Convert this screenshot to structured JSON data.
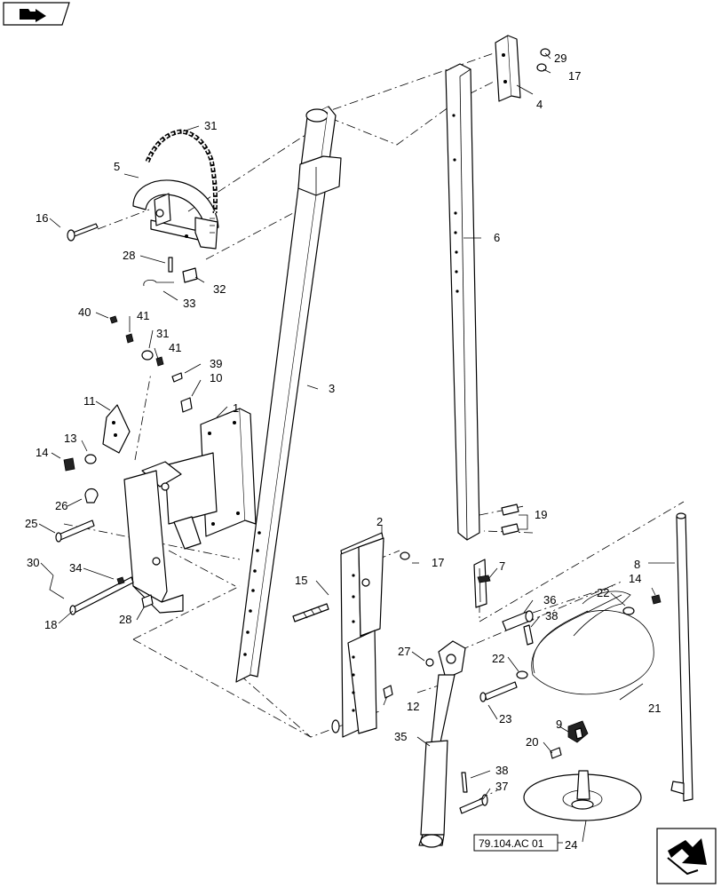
{
  "figure_ref": "79.104.AC 01",
  "nav": {
    "back_icon": "back-arrow-icon",
    "next_icon": "forward-arrow-icon"
  },
  "callouts": [
    {
      "id": "c1",
      "text": "1"
    },
    {
      "id": "c2",
      "text": "2"
    },
    {
      "id": "c3",
      "text": "3"
    },
    {
      "id": "c4",
      "text": "4"
    },
    {
      "id": "c5",
      "text": "5"
    },
    {
      "id": "c6",
      "text": "6"
    },
    {
      "id": "c7",
      "text": "7"
    },
    {
      "id": "c8",
      "text": "8"
    },
    {
      "id": "c9",
      "text": "9"
    },
    {
      "id": "c10",
      "text": "10"
    },
    {
      "id": "c11",
      "text": "11"
    },
    {
      "id": "c12",
      "text": "12"
    },
    {
      "id": "c13",
      "text": "13"
    },
    {
      "id": "c14a",
      "text": "14"
    },
    {
      "id": "c14b",
      "text": "14"
    },
    {
      "id": "c15",
      "text": "15"
    },
    {
      "id": "c16",
      "text": "16"
    },
    {
      "id": "c17a",
      "text": "17"
    },
    {
      "id": "c17b",
      "text": "17"
    },
    {
      "id": "c18",
      "text": "18"
    },
    {
      "id": "c19",
      "text": "19"
    },
    {
      "id": "c20",
      "text": "20"
    },
    {
      "id": "c21",
      "text": "21"
    },
    {
      "id": "c22a",
      "text": "22"
    },
    {
      "id": "c22b",
      "text": "22"
    },
    {
      "id": "c23",
      "text": "23"
    },
    {
      "id": "c24",
      "text": "24"
    },
    {
      "id": "c25",
      "text": "25"
    },
    {
      "id": "c26",
      "text": "26"
    },
    {
      "id": "c27",
      "text": "27"
    },
    {
      "id": "c28a",
      "text": "28"
    },
    {
      "id": "c28b",
      "text": "28"
    },
    {
      "id": "c29",
      "text": "29"
    },
    {
      "id": "c30",
      "text": "30"
    },
    {
      "id": "c31a",
      "text": "31"
    },
    {
      "id": "c31b",
      "text": "31"
    },
    {
      "id": "c32",
      "text": "32"
    },
    {
      "id": "c33",
      "text": "33"
    },
    {
      "id": "c34",
      "text": "34"
    },
    {
      "id": "c35",
      "text": "35"
    },
    {
      "id": "c36",
      "text": "36"
    },
    {
      "id": "c37",
      "text": "37"
    },
    {
      "id": "c38a",
      "text": "38"
    },
    {
      "id": "c38b",
      "text": "38"
    },
    {
      "id": "c39",
      "text": "39"
    },
    {
      "id": "c40",
      "text": "40"
    },
    {
      "id": "c41a",
      "text": "41"
    },
    {
      "id": "c41b",
      "text": "41"
    }
  ]
}
